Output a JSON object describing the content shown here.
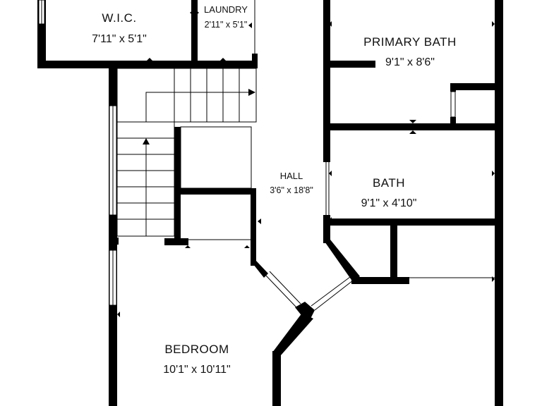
{
  "rooms": {
    "wic": {
      "name": "W.I.C.",
      "dims": "7'11\" x 5'1\""
    },
    "laundry": {
      "name": "LAUNDRY",
      "dims": "2'11\" x 5'1\""
    },
    "primary_bath": {
      "name": "PRIMARY BATH",
      "dims": "9'1\" x 8'6\""
    },
    "hall": {
      "name": "HALL",
      "dims": "3'6\" x 18'8\""
    },
    "bath": {
      "name": "BATH",
      "dims": "9'1\" x 4'10\""
    },
    "bedroom": {
      "name": "BEDROOM",
      "dims": "10'1\" x 10'11\""
    }
  }
}
